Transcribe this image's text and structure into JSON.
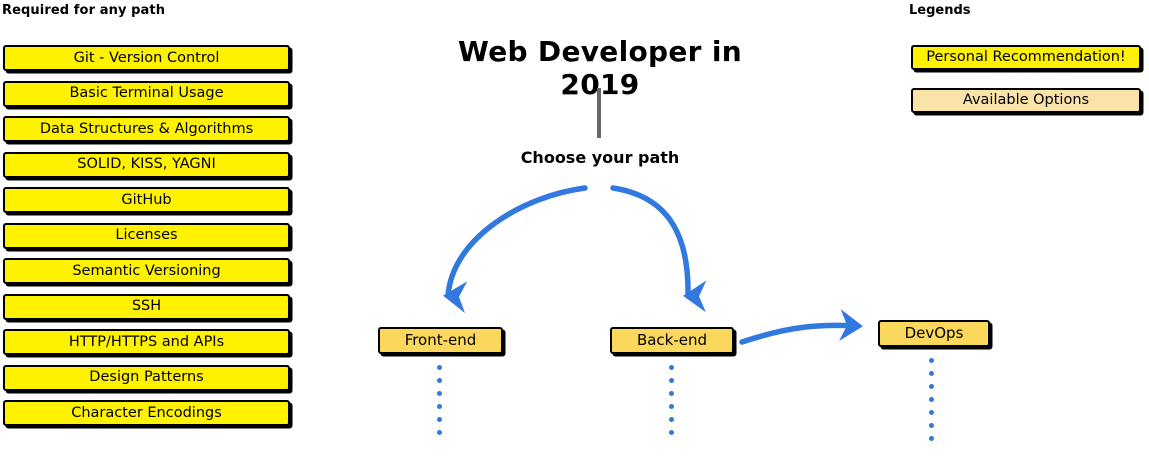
{
  "required_section": {
    "heading": "Required for any path",
    "items": [
      {
        "label": "Git - Version Control"
      },
      {
        "label": "Basic Terminal Usage"
      },
      {
        "label": "Data Structures & Algorithms"
      },
      {
        "label": "SOLID, KISS, YAGNI"
      },
      {
        "label": "GitHub"
      },
      {
        "label": "Licenses"
      },
      {
        "label": "Semantic Versioning"
      },
      {
        "label": "SSH"
      },
      {
        "label": "HTTP/HTTPS and APIs"
      },
      {
        "label": "Design Patterns"
      },
      {
        "label": "Character Encodings"
      }
    ]
  },
  "main": {
    "title": "Web Developer in 2019",
    "choose_label": "Choose your path",
    "paths": [
      {
        "label": "Front-end"
      },
      {
        "label": "Back-end"
      },
      {
        "label": "DevOps"
      }
    ]
  },
  "legends": {
    "heading": "Legends",
    "items": [
      {
        "label": "Personal Recommendation!",
        "color": "#FFF200"
      },
      {
        "label": "Available Options",
        "color": "#FAE3A8"
      }
    ]
  },
  "colors": {
    "recommended": "#FFF200",
    "optional": "#FBD75B",
    "available_options": "#FAE3A8",
    "arrow_blue": "#3179DE",
    "stem_gray": "#666666",
    "outline": "#000000",
    "background": "#FFFFFF"
  }
}
